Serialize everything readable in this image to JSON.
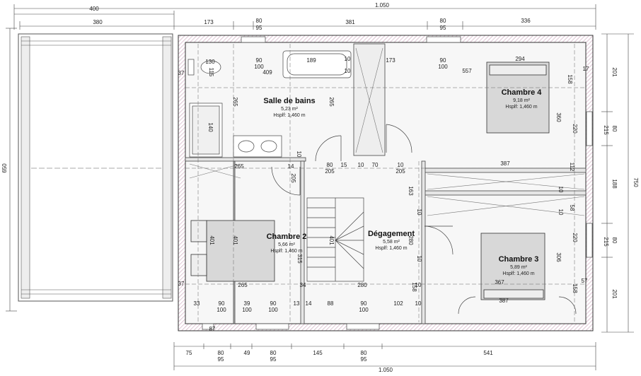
{
  "rooms": {
    "salle_de_bains": {
      "name": "Salle de bains",
      "area": "5,23 m²",
      "hsplf": "Hsplf: 1,460 m"
    },
    "chambre4": {
      "name": "Chambre 4",
      "area": "9,18 m²",
      "hsplf": "Hsplf: 1,460 m"
    },
    "chambre2": {
      "name": "Chambre 2",
      "area": "5,66 m²",
      "hsplf": "Hsplf: 1,460 m"
    },
    "degagement": {
      "name": "Dégagement",
      "area": "5,58 m²",
      "hsplf": "Hsplf: 1,460 m"
    },
    "chambre3": {
      "name": "Chambre 3",
      "area": "5,89 m²",
      "hsplf": "Hsplf: 1,460 m"
    }
  },
  "top_dims": {
    "total": "1.050",
    "left_400": "400",
    "r1": [
      "380",
      "173",
      "80",
      "381",
      "80",
      "336"
    ],
    "r2": [
      "95",
      "95"
    ]
  },
  "bottom_dims": {
    "r1": [
      "75",
      "80",
      "49",
      "80",
      "145",
      "80",
      "541"
    ],
    "r2": [
      "95",
      "95",
      "95"
    ],
    "total": "1.050"
  },
  "left_dim": "650",
  "right_dims": {
    "outer": "750",
    "inner": [
      "201",
      "80",
      "215",
      "188",
      "80",
      "215",
      "201"
    ]
  },
  "interior_dims": {
    "a": [
      "130",
      "115",
      "90",
      "100",
      "409",
      "189",
      "10",
      "10",
      "173",
      "90",
      "100",
      "557",
      "294"
    ],
    "b": [
      "265",
      "265",
      "140",
      "158",
      "17",
      "360",
      "220"
    ],
    "c": [
      "265",
      "14",
      "205",
      "10",
      "80",
      "205",
      "15",
      "10",
      "70",
      "205",
      "10",
      "387",
      "112",
      "10",
      "58",
      "10"
    ],
    "d": [
      "401",
      "401",
      "315",
      "401",
      "163",
      "10",
      "280",
      "306",
      "220",
      "10"
    ],
    "e": [
      "265",
      "34",
      "280",
      "158",
      "10",
      "367",
      "158",
      "57",
      "387"
    ],
    "f": [
      "33",
      "90",
      "39",
      "90",
      "13",
      "14",
      "88",
      "90",
      "102",
      "10"
    ],
    "g": [
      "100",
      "100",
      "100",
      "100"
    ],
    "h": [
      "37",
      "37",
      "87"
    ]
  }
}
